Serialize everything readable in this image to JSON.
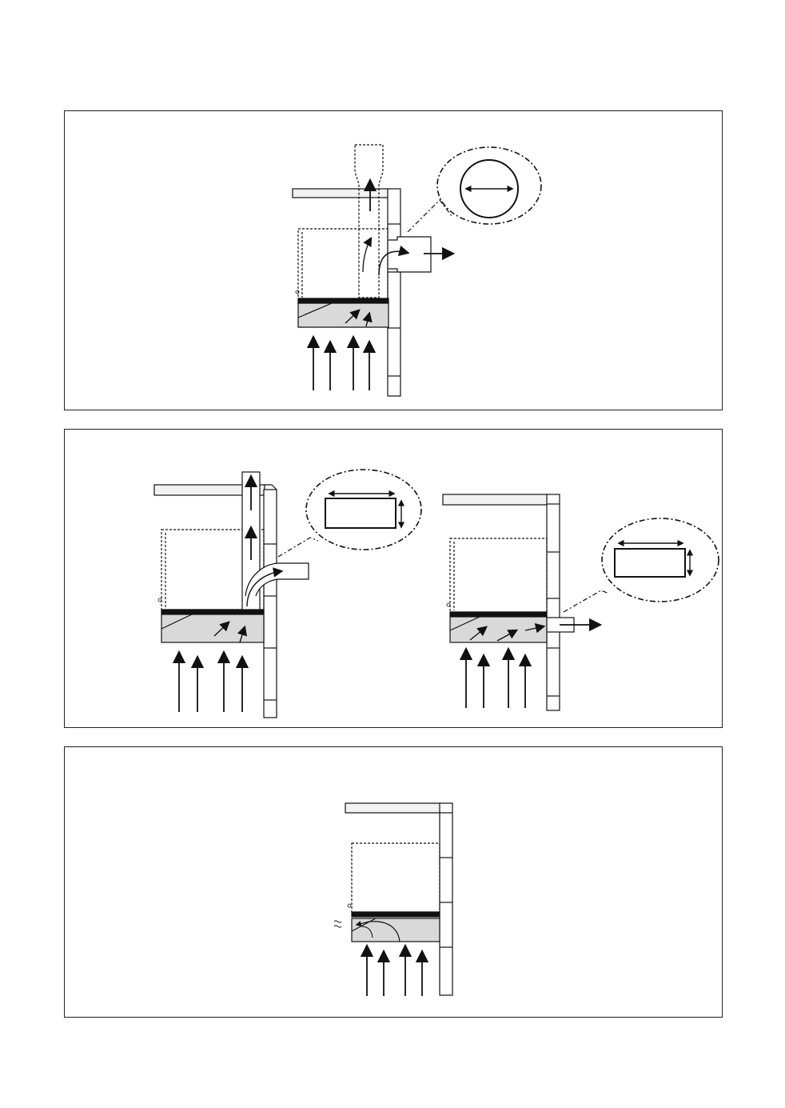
{
  "colors": {
    "line": "#111111",
    "hood_fill": "#d9d9d9",
    "panel_fill": "#ffffff",
    "dashed": "#111111"
  },
  "panels": [
    {
      "id": "panel-1",
      "variant": "ducted-round-outlet"
    },
    {
      "id": "panel-2",
      "variant": "ducted-rectangular-outlet"
    },
    {
      "id": "panel-3",
      "variant": "recirculation"
    }
  ]
}
